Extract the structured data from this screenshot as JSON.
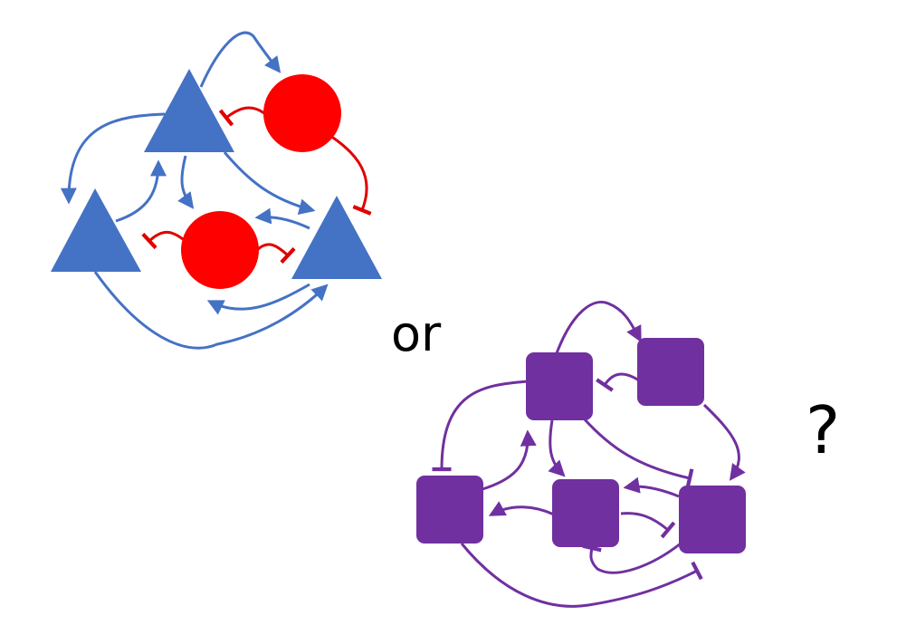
{
  "labels": {
    "or": "or",
    "question": "?"
  },
  "colors": {
    "blue": "#4472c4",
    "red": "#ff0000",
    "red_line": "#e00000",
    "purple": "#7030a0",
    "text": "#000000"
  },
  "networks": {
    "left": {
      "shape_excitatory": "triangle",
      "shape_inhibitory": "circle",
      "excitatory_nodes": 3,
      "inhibitory_nodes": 2
    },
    "right": {
      "shape": "rounded-square",
      "nodes": 5
    }
  }
}
